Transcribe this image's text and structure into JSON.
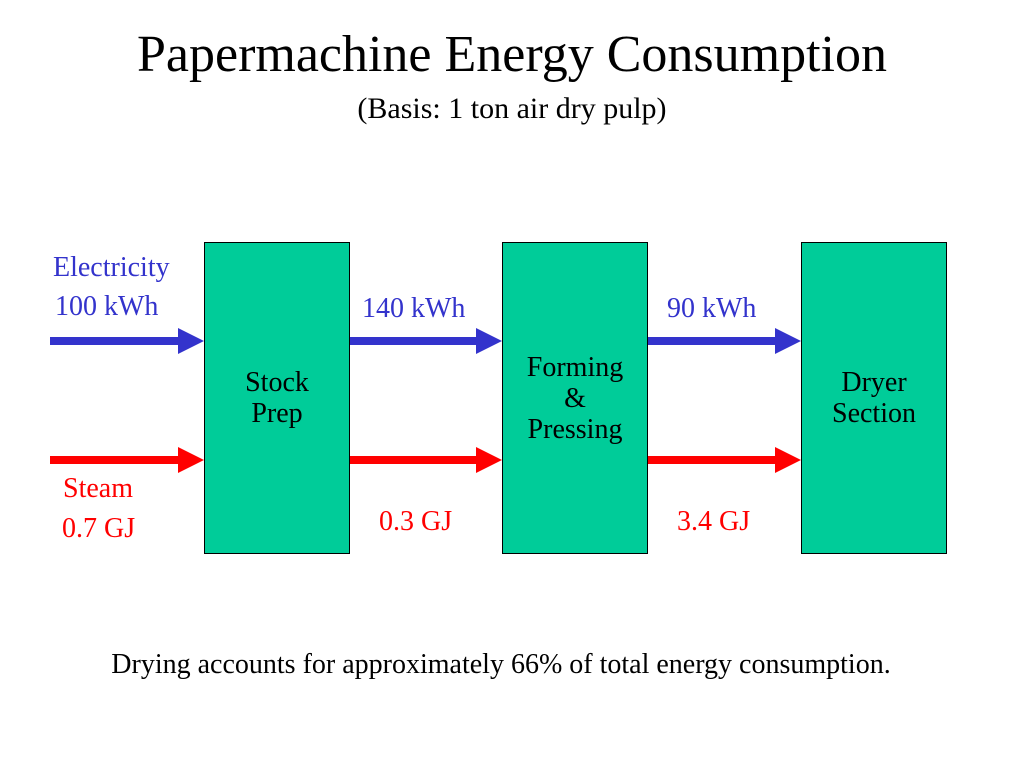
{
  "slide": {
    "title": "Papermachine Energy Consumption",
    "subtitle": "(Basis: 1 ton air dry pulp)",
    "footer": "Drying accounts for approximately 66% of total energy consumption."
  },
  "colors": {
    "box_fill": "#00cc99",
    "electricity": "#3333cc",
    "steam": "#ff0000"
  },
  "stages": [
    {
      "label": "Stock\nPrep"
    },
    {
      "label": "Forming\n&\nPressing"
    },
    {
      "label": "Dryer\nSection"
    }
  ],
  "electricity": {
    "input_label": "Electricity",
    "input_value": "100 kWh",
    "stage2_value": "140 kWh",
    "stage3_value": "90 kWh"
  },
  "steam": {
    "input_label": "Steam",
    "input_value": "0.7 GJ",
    "stage2_value": "0.3 GJ",
    "stage3_value": "3.4 GJ"
  }
}
